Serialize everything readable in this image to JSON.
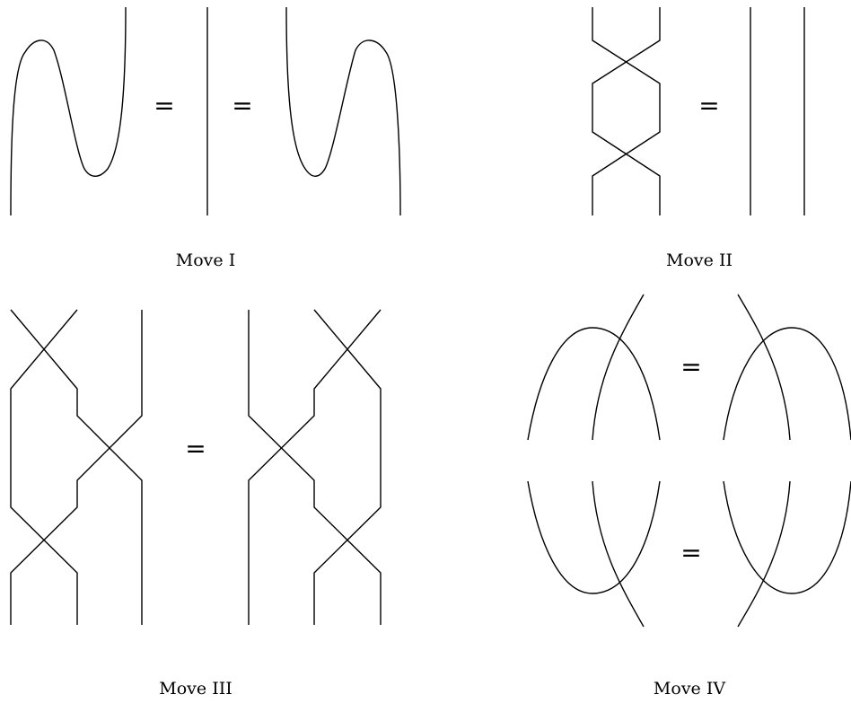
{
  "moves": [
    {
      "id": "move-1",
      "caption": "Move I",
      "equals": [
        "=",
        "="
      ]
    },
    {
      "id": "move-2",
      "caption": "Move II",
      "equals": [
        "="
      ]
    },
    {
      "id": "move-3",
      "caption": "Move III",
      "equals": [
        "="
      ]
    },
    {
      "id": "move-4",
      "caption": "Move IV",
      "equals": [
        "=",
        "="
      ]
    }
  ]
}
